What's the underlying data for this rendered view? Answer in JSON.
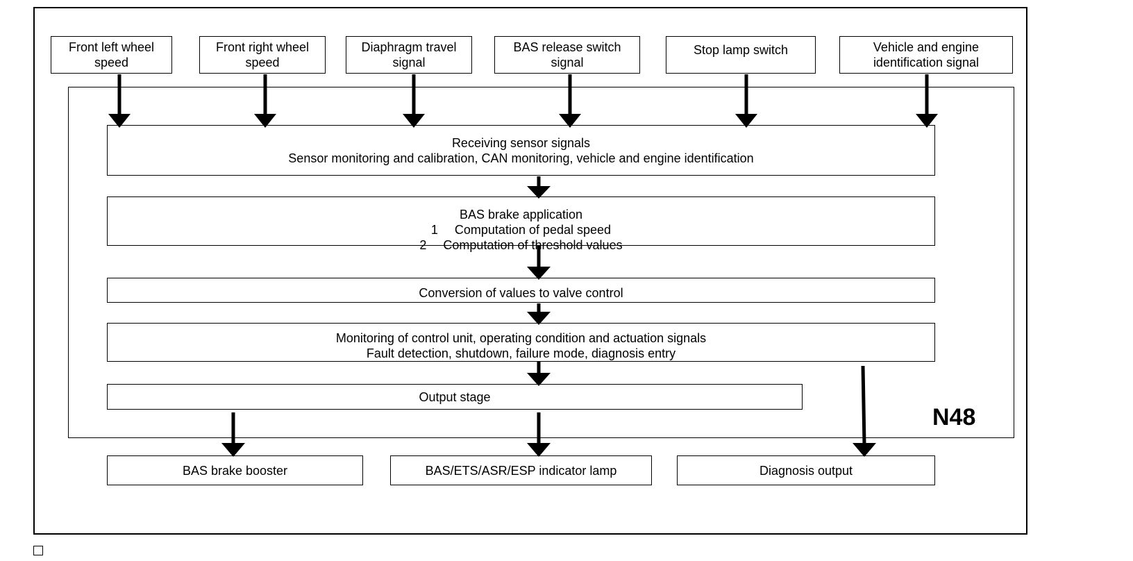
{
  "inputs": [
    {
      "line1": "Front left wheel",
      "line2": "speed"
    },
    {
      "line1": "Front right wheel",
      "line2": "speed"
    },
    {
      "line1": "Diaphragm travel",
      "line2": "signal"
    },
    {
      "line1": "BAS release switch",
      "line2": "signal"
    },
    {
      "line1": "Stop lamp switch",
      "line2": ""
    },
    {
      "line1": "Vehicle and engine",
      "line2": "identification signal"
    }
  ],
  "process": {
    "receiving": {
      "title": "Receiving sensor signals",
      "detail": "Sensor monitoring and calibration, CAN monitoring, vehicle and engine identification"
    },
    "bas": {
      "title": "BAS brake application",
      "item1_num": "1",
      "item1": "Computation of pedal speed",
      "item2_num": "2",
      "item2": "Computation of threshold values"
    },
    "conversion": {
      "title": "Conversion of values to valve control"
    },
    "monitoring": {
      "title": "Monitoring of control unit, operating condition and actuation signals",
      "detail": "Fault detection, shutdown, failure mode, diagnosis entry"
    },
    "output_stage": {
      "title": "Output stage"
    }
  },
  "module_label": "N48",
  "outputs": [
    "BAS brake booster",
    "BAS/ETS/ASR/ESP indicator lamp",
    "Diagnosis output"
  ]
}
